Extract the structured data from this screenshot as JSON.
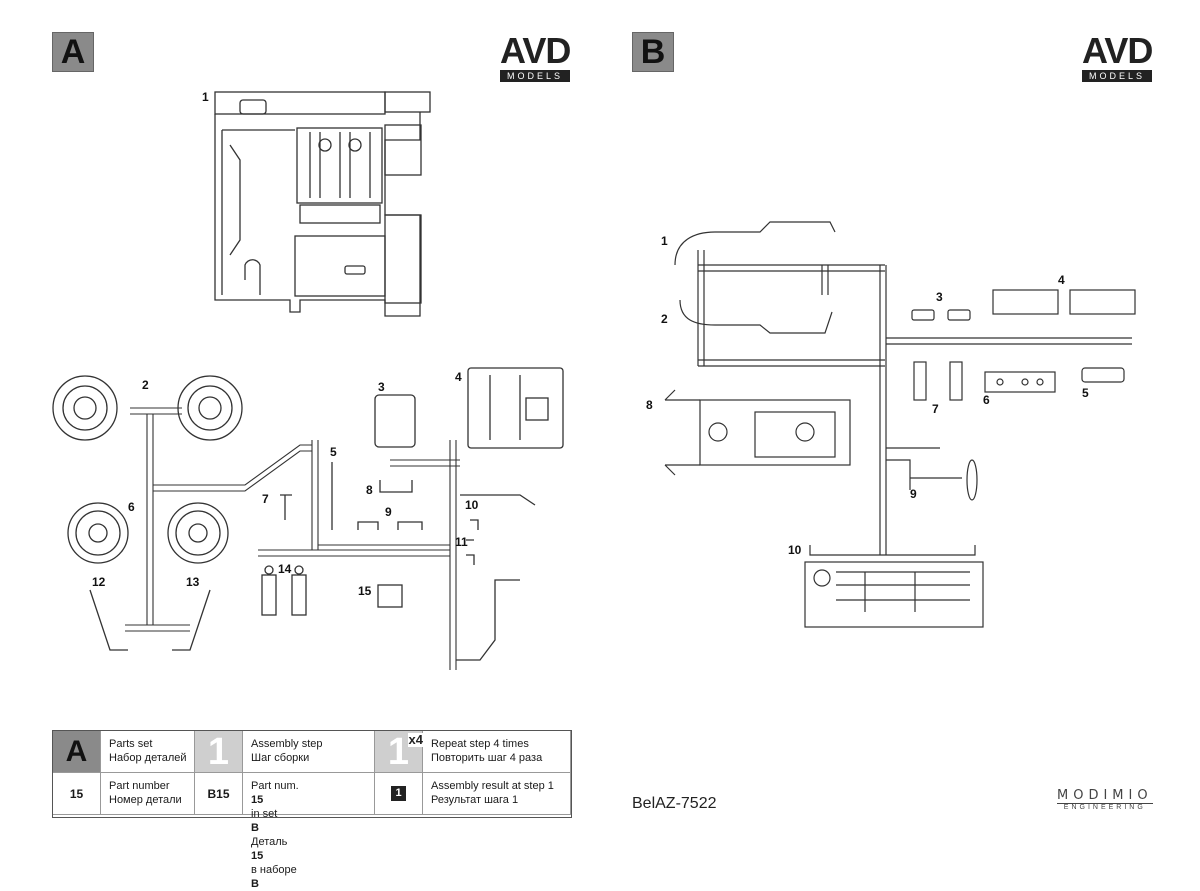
{
  "left_page": {
    "sheet_letter": "A",
    "logo": {
      "main": "AVD",
      "sub": "MODELS"
    },
    "part_numbers": [
      "1",
      "2",
      "3",
      "4",
      "5",
      "6",
      "7",
      "8",
      "9",
      "10",
      "11",
      "12",
      "13",
      "14",
      "15"
    ]
  },
  "right_page": {
    "sheet_letter": "B",
    "logo": {
      "main": "AVD",
      "sub": "MODELS"
    },
    "part_numbers": [
      "1",
      "2",
      "3",
      "4",
      "5",
      "6",
      "7",
      "8",
      "9",
      "10"
    ],
    "model_name": "BelAZ-7522",
    "brand": {
      "main": "MODIMIO",
      "sub": "ENGINEERING"
    }
  },
  "legend": {
    "parts_set_icon": "A",
    "parts_set": [
      "Parts set",
      "Набор деталей"
    ],
    "step_icon": "1",
    "assembly_step": [
      "Assembly step",
      "Шаг сборки"
    ],
    "repeat_icon": "1",
    "repeat_mult": "x4",
    "repeat_step": [
      "Repeat step 4 times",
      "Повторить шаг 4 раза"
    ],
    "part_num_icon": "15",
    "part_number": [
      "Part number",
      "Номер детали"
    ],
    "set_part_icon": "B15",
    "set_part_en_pre": "Part num. ",
    "set_part_en_num": "15",
    "set_part_en_mid": " in set ",
    "set_part_en_set": "B",
    "set_part_ru_pre": "Деталь ",
    "set_part_ru_num": "15",
    "set_part_ru_mid": " в наборе ",
    "set_part_ru_set": "В",
    "result_icon": "1",
    "assembly_result": [
      "Assembly result at step 1",
      "Результат шага 1"
    ]
  }
}
